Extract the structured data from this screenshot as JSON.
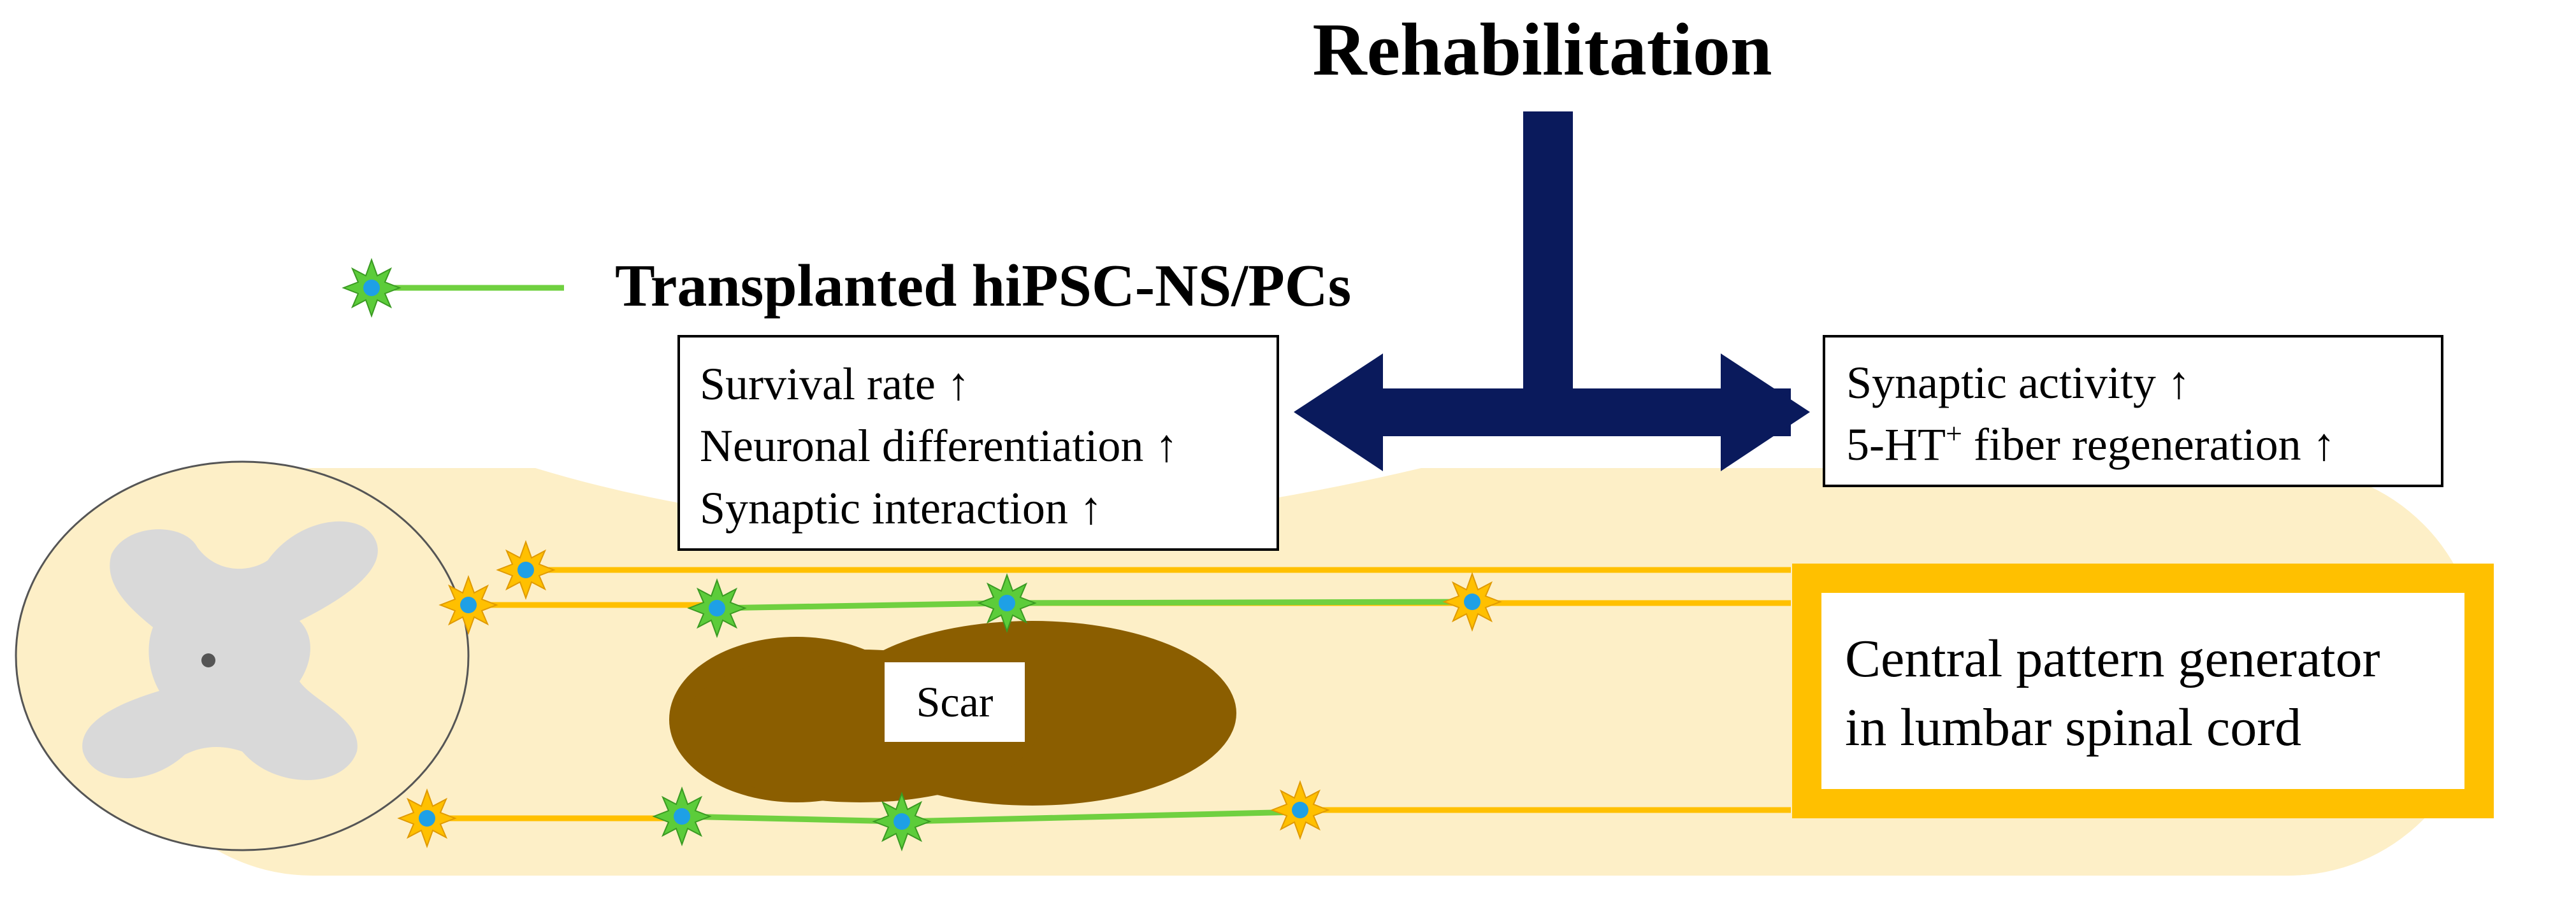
{
  "title": "Rehabilitation",
  "legend": {
    "label": "Transplanted hiPSC-NS/PCs"
  },
  "left_box": {
    "lines": [
      "Survival rate ↑",
      "Neuronal differentiation ↑",
      "Synaptic interaction ↑"
    ]
  },
  "right_box": {
    "line1": "Synaptic activity ↑",
    "line2_pre": "5-HT",
    "line2_sup": "+",
    "line2_post": " fiber regeneration ↑"
  },
  "scar_label": "Scar",
  "cpg_box": {
    "lines": [
      "Central pattern generator",
      "in lumbar spinal cord"
    ]
  },
  "colors": {
    "cord": "#fdefc7",
    "grey_matter": "#d9d9d9",
    "scar": "#8b5e00",
    "host_axon": "#ffc000",
    "graft_axon": "#70d040",
    "graft_star": "#5ccc3a",
    "nucleus": "#1ea0e6",
    "arrow": "#0a1a5c",
    "cpg_border": "#ffc000"
  }
}
